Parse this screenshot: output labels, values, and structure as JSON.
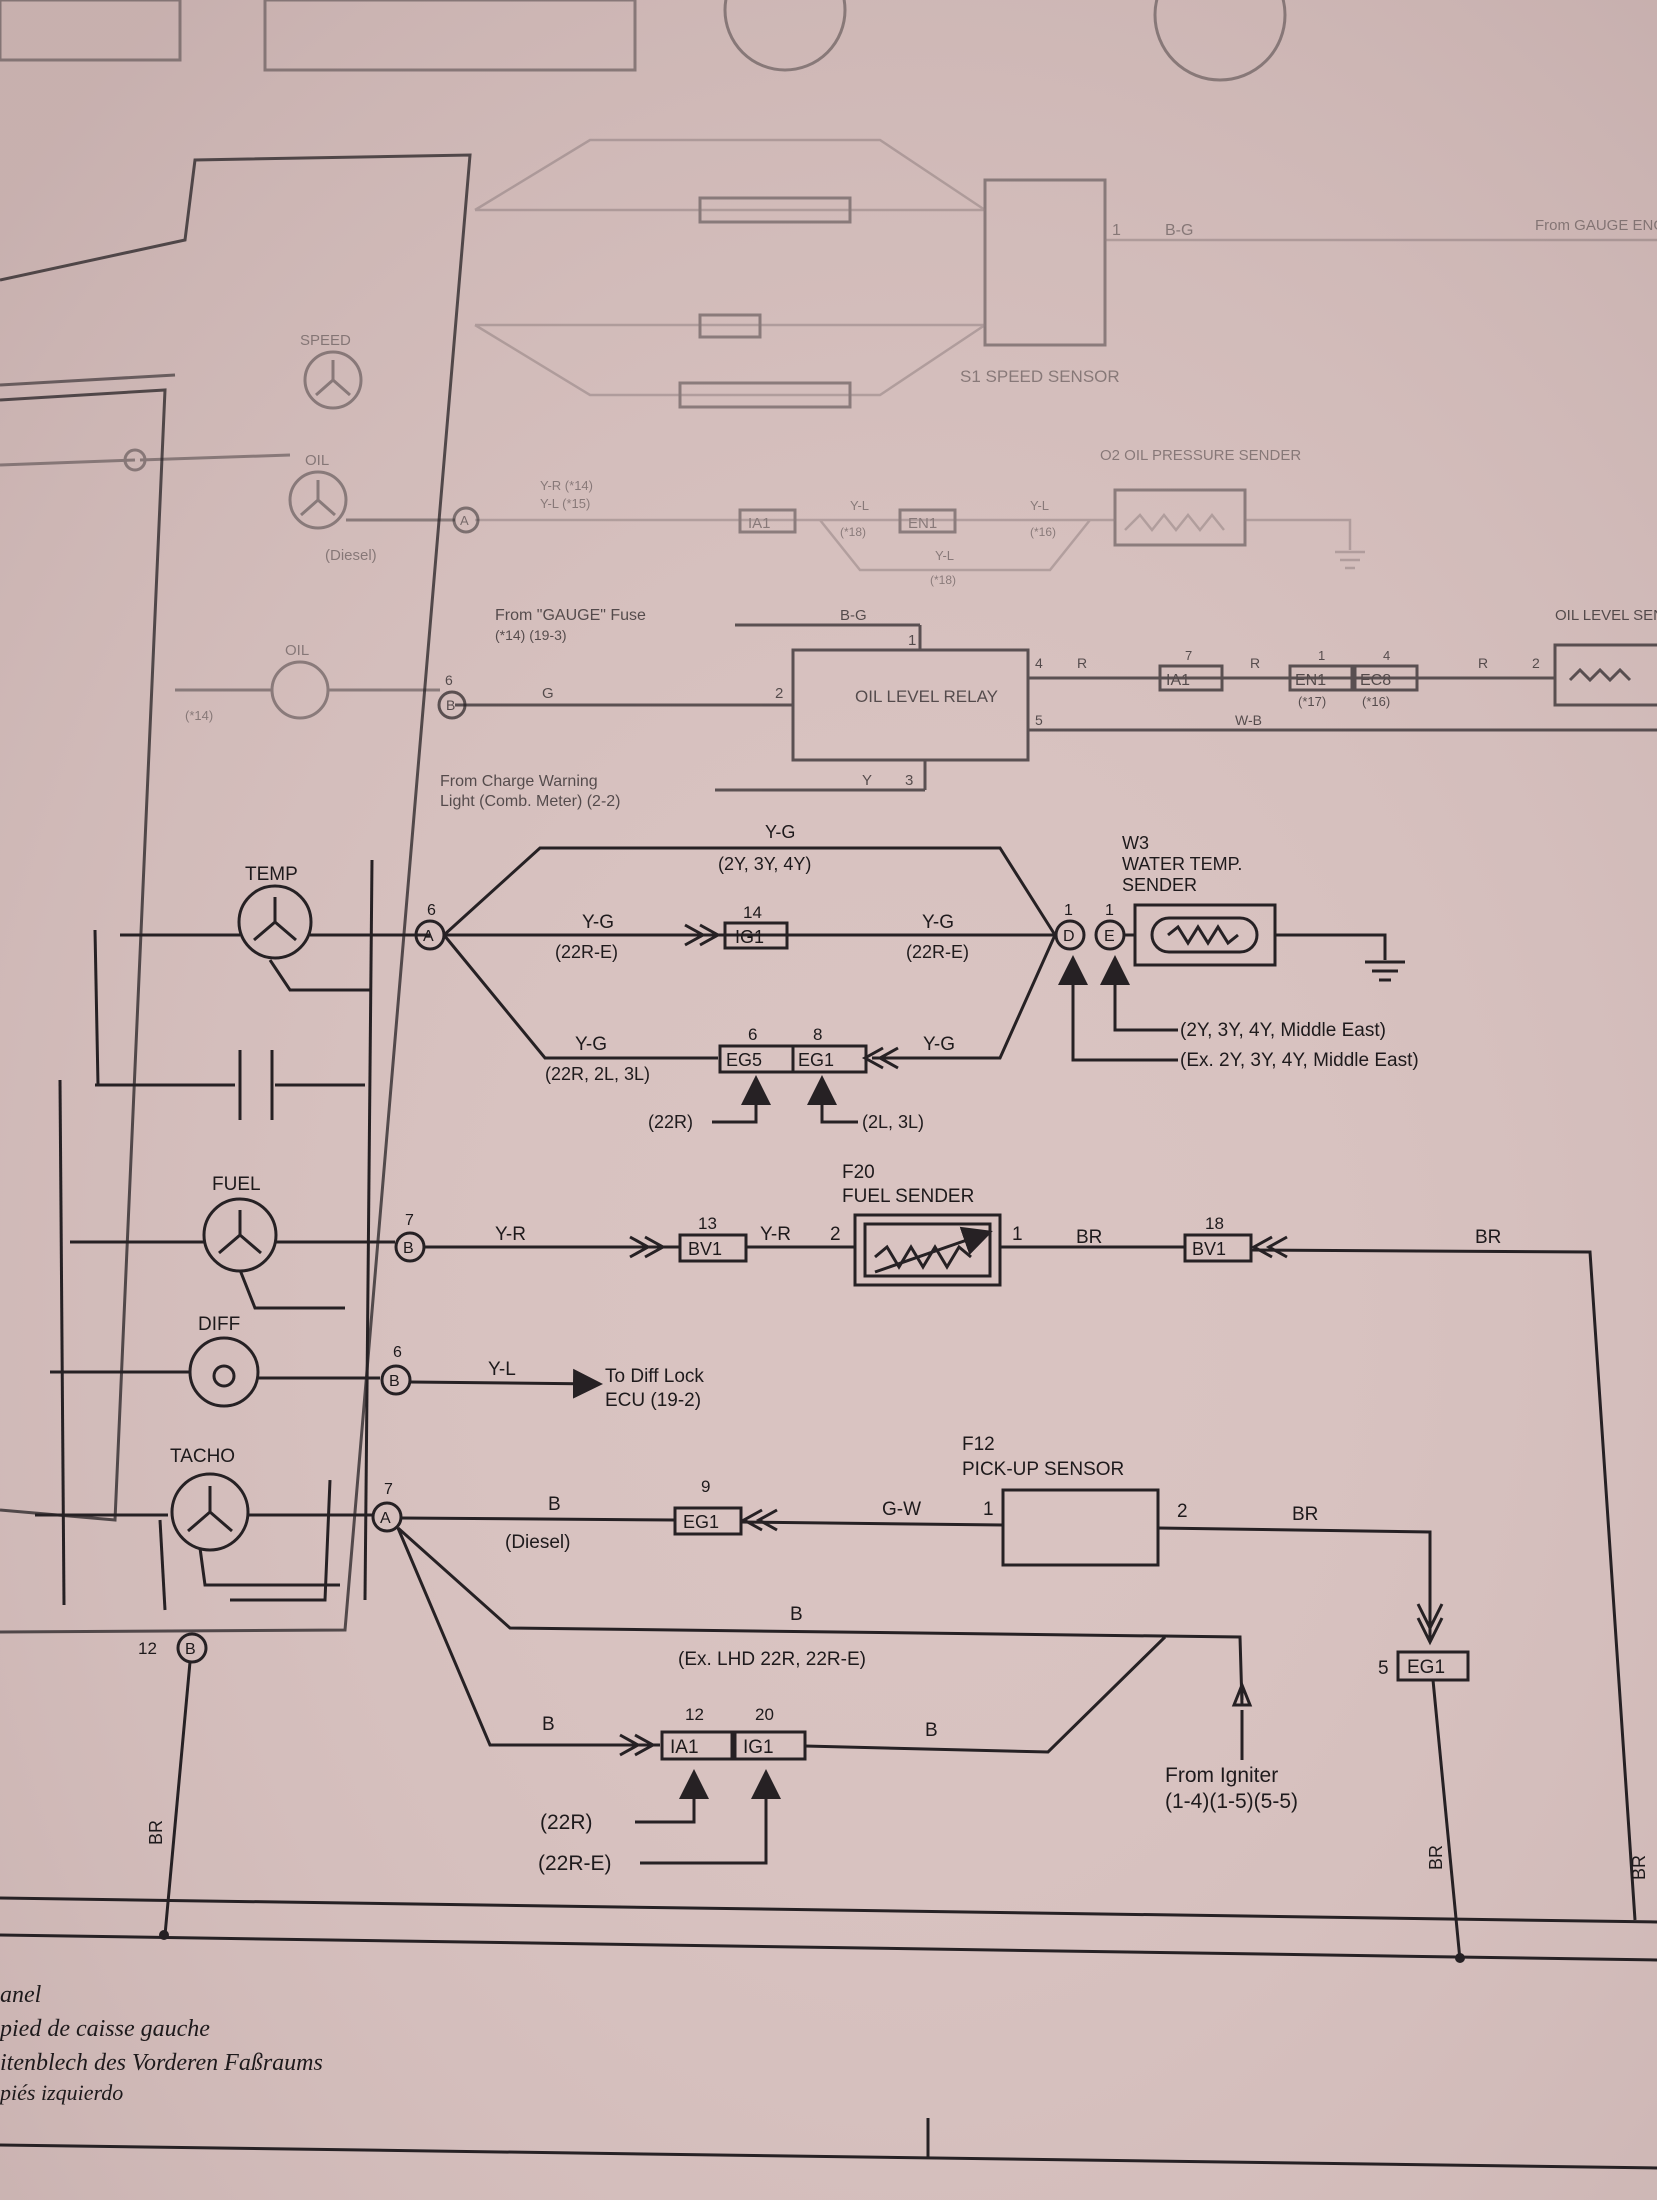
{
  "gauges": {
    "speed": "SPEED",
    "oil": "OIL",
    "diesel": "(Diesel)",
    "oil2": "OIL",
    "oil2_note": "(*14)",
    "temp": "TEMP",
    "fuel": "FUEL",
    "diff": "DIFF",
    "tacho": "TACHO"
  },
  "connectors": {
    "temp_pin": "6",
    "temp_letter": "A",
    "fuel_pin": "7",
    "fuel_letter": "B",
    "diff_pin": "6",
    "diff_letter": "B",
    "tacho_pin": "7",
    "tacho_letter": "A",
    "bottom_pin": "12",
    "bottom_letter": "B",
    "oil_level_pin": "6",
    "oil_level_letter": "B",
    "oil_press_letter": "A",
    "temp_sender_left_pin": "1",
    "temp_sender_left_letter": "D",
    "temp_sender_right_pin": "1",
    "temp_sender_right_letter": "E"
  },
  "speed_section": {
    "speed_sensor": "S1 SPEED SENSOR",
    "from_gauge": "From GAUGE ENGINE Fuse",
    "wire": "B-G",
    "pin": "1"
  },
  "oil_pressure": {
    "title": "O2 OIL PRESSURE SENDER",
    "wire_upper": "Y-R (*14)",
    "wire_lower": "Y-L (*15)",
    "j1": "IA1",
    "j2": "EN1",
    "wire1": "Y-L",
    "wire1_note": "(*18)",
    "wire2": "Y-L",
    "wire2_note": "(*18)",
    "wire3": "Y-L",
    "wire3_note": "(*16)"
  },
  "oil_level": {
    "from_gauge": "From \"GAUGE\" Fuse",
    "from_gauge_ref": "(*14) (19-3)",
    "wire_bg": "B-G",
    "pin1": "1",
    "relay": "OIL LEVEL RELAY",
    "pin2": "2",
    "wire_g": "G",
    "pin3": "3",
    "wire_y": "Y",
    "pin4": "4",
    "pin5": "5",
    "wire_r": "R",
    "j_ia1": "IA1",
    "j_ia1_pin": "7",
    "wire_r2": "R",
    "j_en1": "EN1",
    "j_en1_pin": "1",
    "j_ec8": "EC8",
    "j_ec8_pin": "4",
    "note17": "(*17)",
    "note16": "(*16)",
    "wire_r3": "R",
    "sensor_pin": "2",
    "wire_wb": "W-B",
    "sensor": "OIL LEVEL SENSOR",
    "from_charge": "From Charge Warning",
    "from_charge2": "Light (Comb. Meter) (2-2)"
  },
  "temp_section": {
    "top_wire": "Y-G",
    "top_note": "(2Y, 3Y, 4Y)",
    "mid_wire_l": "Y-G",
    "mid_note_l": "(22R-E)",
    "mid_pin": "14",
    "mid_conn": "IG1",
    "mid_wire_r": "Y-G",
    "mid_note_r": "(22R-E)",
    "low_wire_l": "Y-G",
    "low_note_l": "(22R, 2L, 3L)",
    "low_pin1": "6",
    "low_conn1": "EG5",
    "low_pin2": "8",
    "low_conn2": "EG1",
    "low_wire_r": "Y-G",
    "arrow_note1": "(22R)",
    "arrow_note2": "(2L, 3L)",
    "sender_id": "W3",
    "sender_name1": "WATER TEMP.",
    "sender_name2": "SENDER",
    "note_e": "(2Y, 3Y, 4Y, Middle East)",
    "note_d": "(Ex. 2Y, 3Y, 4Y, Middle East)"
  },
  "fuel_section": {
    "wire": "Y-R",
    "pin13": "13",
    "conn13": "BV1",
    "wire2": "Y-R",
    "sender_pin_l": "2",
    "sender_id": "F20",
    "sender_name": "FUEL SENDER",
    "sender_pin_r": "1",
    "wire_br": "BR",
    "pin18": "18",
    "conn18": "BV1",
    "wire_br2": "BR"
  },
  "diff_section": {
    "wire": "Y-L",
    "dest1": "To Diff Lock",
    "dest2": "ECU (19-2)"
  },
  "tacho_section": {
    "wire_b": "B",
    "note_diesel": "(Diesel)",
    "pin9": "9",
    "conn9": "EG1",
    "wire_gw": "G-W",
    "sensor_pin_l": "1",
    "sensor_id": "F12",
    "sensor_name": "PICK-UP SENSOR",
    "sensor_pin_r": "2",
    "wire_br": "BR",
    "eg1_pin": "5",
    "eg1": "EG1",
    "wire_b2": "B",
    "note_exlhd": "(Ex. LHD 22R, 22R-E)",
    "wire_b3": "B",
    "pin12": "12",
    "conn_ia1": "IA1",
    "pin20": "20",
    "conn_ig1": "IG1",
    "wire_b4": "B",
    "from_igniter1": "From Igniter",
    "from_igniter2": "(1-4)(1-5)(5-5)",
    "note_22r": "(22R)",
    "note_22re": "(22R-E)"
  },
  "ground_wires": {
    "left": "BR",
    "mid": "BR",
    "right": "BR"
  },
  "footer": {
    "line1": "anel",
    "line2": "pied de caisse gauche",
    "line3": "itenblech des Vorderen Faßraums",
    "line4": "piés izquierdo"
  }
}
